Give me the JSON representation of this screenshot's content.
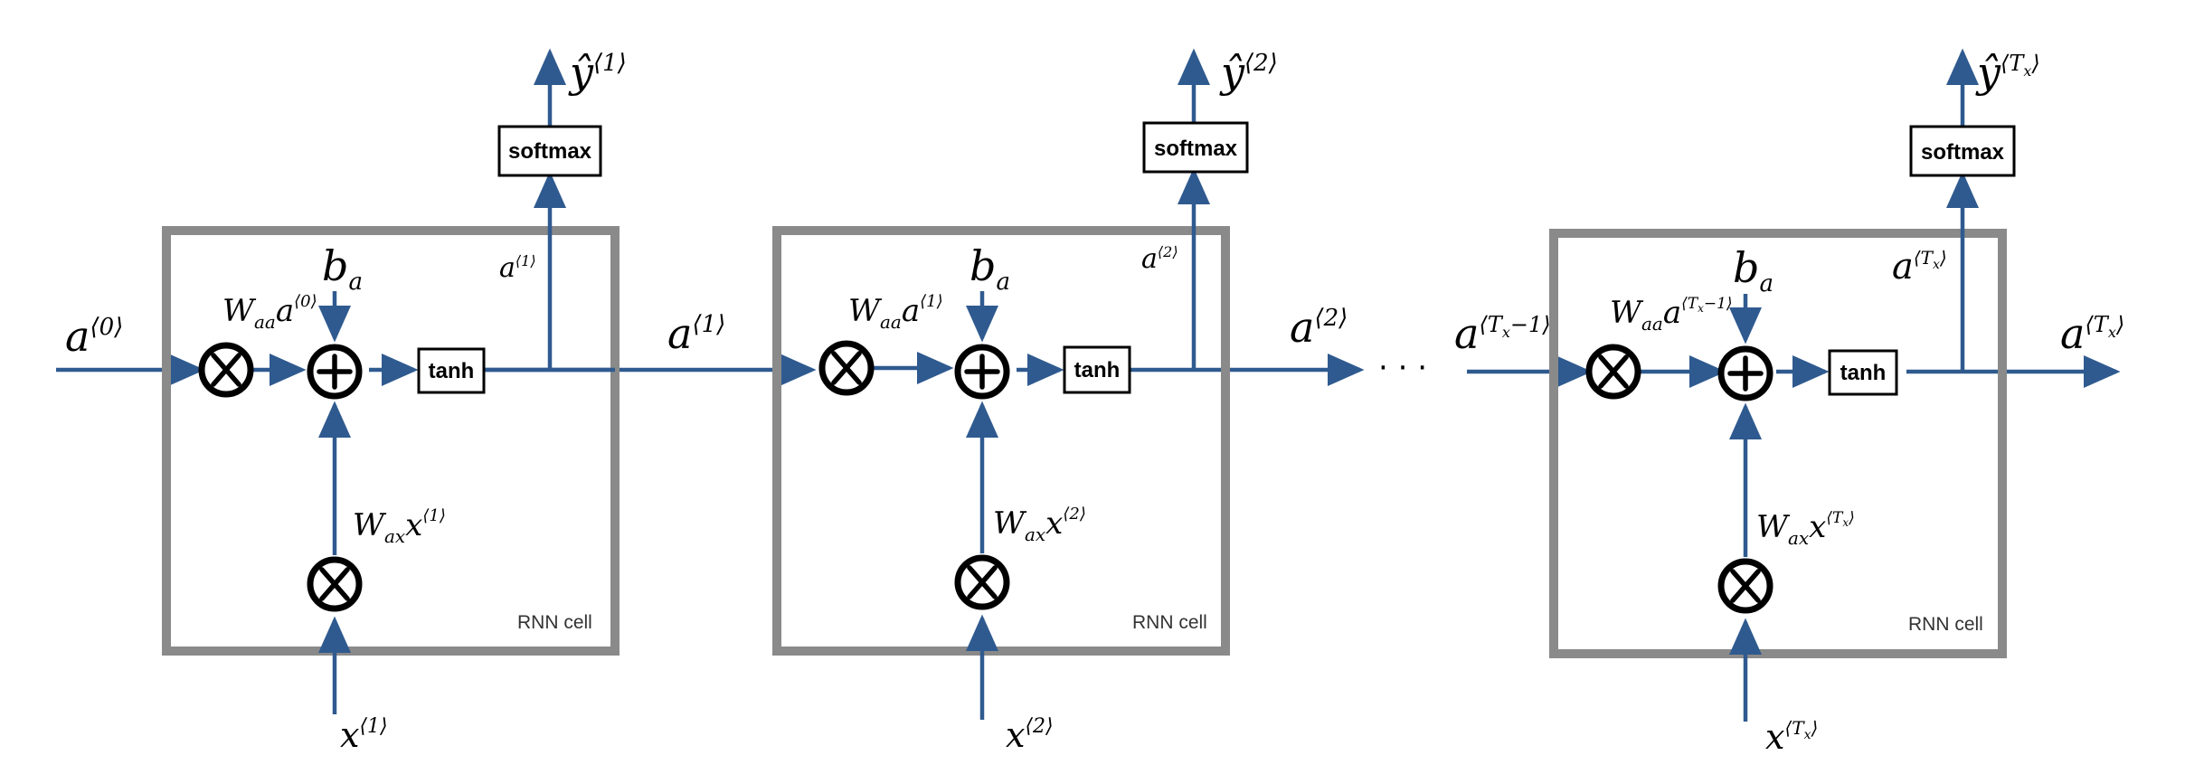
{
  "diagram": {
    "labels": {
      "a0_input": {
        "base": "a",
        "sup": "⟨0⟩"
      },
      "a1_between": {
        "base": "a",
        "sup": "⟨1⟩"
      },
      "a2_between": {
        "base": "a",
        "sup": "⟨2⟩"
      },
      "aTxm1_input": {
        "base": "a",
        "sup": "⟨T",
        "sup_sub": "x",
        "sup_tail": "−1⟩"
      },
      "aTx_output": {
        "base": "a",
        "sup": "⟨T",
        "sup_sub": "x",
        "sup_tail": "⟩"
      },
      "ellipsis": "· · ·"
    },
    "cells": [
      {
        "caption": "RNN cell",
        "ops": {
          "tanh": "tanh",
          "softmax": "softmax"
        },
        "waa_term": {
          "W": "W",
          "W_sub": "aa",
          "a": "a",
          "a_sup": "⟨0⟩"
        },
        "wax_term": {
          "W": "W",
          "W_sub": "ax",
          "x": "x",
          "x_sup": "⟨1⟩"
        },
        "bias": {
          "b": "b",
          "b_sub": "a"
        },
        "hidden_out": {
          "base": "a",
          "sup": "⟨1⟩"
        },
        "y_hat": {
          "base": "ŷ",
          "sup": "⟨1⟩"
        },
        "x_input": {
          "base": "x",
          "sup": "⟨1⟩"
        }
      },
      {
        "caption": "RNN cell",
        "ops": {
          "tanh": "tanh",
          "softmax": "softmax"
        },
        "waa_term": {
          "W": "W",
          "W_sub": "aa",
          "a": "a",
          "a_sup": "⟨1⟩"
        },
        "wax_term": {
          "W": "W",
          "W_sub": "ax",
          "x": "x",
          "x_sup": "⟨2⟩"
        },
        "bias": {
          "b": "b",
          "b_sub": "a"
        },
        "hidden_out": {
          "base": "a",
          "sup": "⟨2⟩"
        },
        "y_hat": {
          "base": "ŷ",
          "sup": "⟨2⟩"
        },
        "x_input": {
          "base": "x",
          "sup": "⟨2⟩"
        }
      },
      {
        "caption": "RNN cell",
        "ops": {
          "tanh": "tanh",
          "softmax": "softmax"
        },
        "waa_term": {
          "W": "W",
          "W_sub": "aa",
          "a": "a",
          "a_sup": "⟨T",
          "a_sup_sub": "x",
          "a_sup_tail": "−1⟩"
        },
        "wax_term": {
          "W": "W",
          "W_sub": "ax",
          "x": "x",
          "x_sup": "⟨T",
          "x_sup_sub": "x",
          "x_sup_tail": "⟩"
        },
        "bias": {
          "b": "b",
          "b_sub": "a"
        },
        "hidden_out": {
          "base": "a",
          "sup": "⟨T",
          "sup_sub": "x",
          "sup_tail": "⟩"
        },
        "y_hat": {
          "base": "ŷ",
          "sup": "⟨T",
          "sup_sub": "x",
          "sup_tail": "⟩"
        },
        "x_input": {
          "base": "x",
          "sup": "⟨T",
          "sup_sub": "x",
          "sup_tail": "⟩"
        }
      }
    ],
    "colors": {
      "arrow": "#2f5a8f",
      "cell_border": "#8a8a8a",
      "ink": "#000000"
    }
  }
}
